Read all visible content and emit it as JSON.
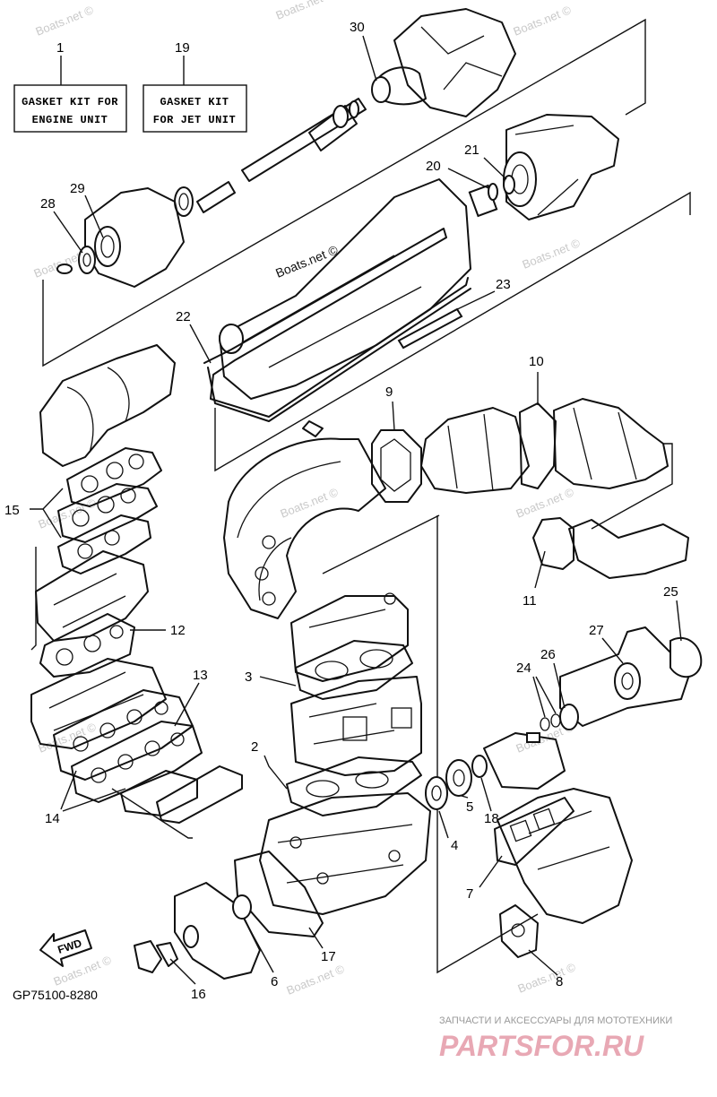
{
  "kit_labels": [
    {
      "number": "1",
      "line1": "GASKET KIT FOR",
      "line2": "ENGINE UNIT"
    },
    {
      "number": "19",
      "line1": "GASKET KIT",
      "line2": "FOR JET UNIT"
    }
  ],
  "callouts": {
    "n2": "2",
    "n3": "3",
    "n4": "4",
    "n5": "5",
    "n6": "6",
    "n7": "7",
    "n8": "8",
    "n9": "9",
    "n10": "10",
    "n11": "11",
    "n12": "12",
    "n13": "13",
    "n14": "14",
    "n15": "15",
    "n16": "16",
    "n17": "17",
    "n18": "18",
    "n20": "20",
    "n21": "21",
    "n22": "22",
    "n23": "23",
    "n24": "24",
    "n25": "25",
    "n26": "26",
    "n27": "27",
    "n28": "28",
    "n29": "29",
    "n30": "30"
  },
  "watermark": "Boats.net ©",
  "fwd_label": "FWD",
  "diagram_code": "GP75100-8280",
  "shop_caption": "ЗАПЧАСТИ И АКСЕССУАРЫ ДЛЯ МОТОТЕХНИКИ",
  "shop_brand": "PARTSFOR.RU"
}
